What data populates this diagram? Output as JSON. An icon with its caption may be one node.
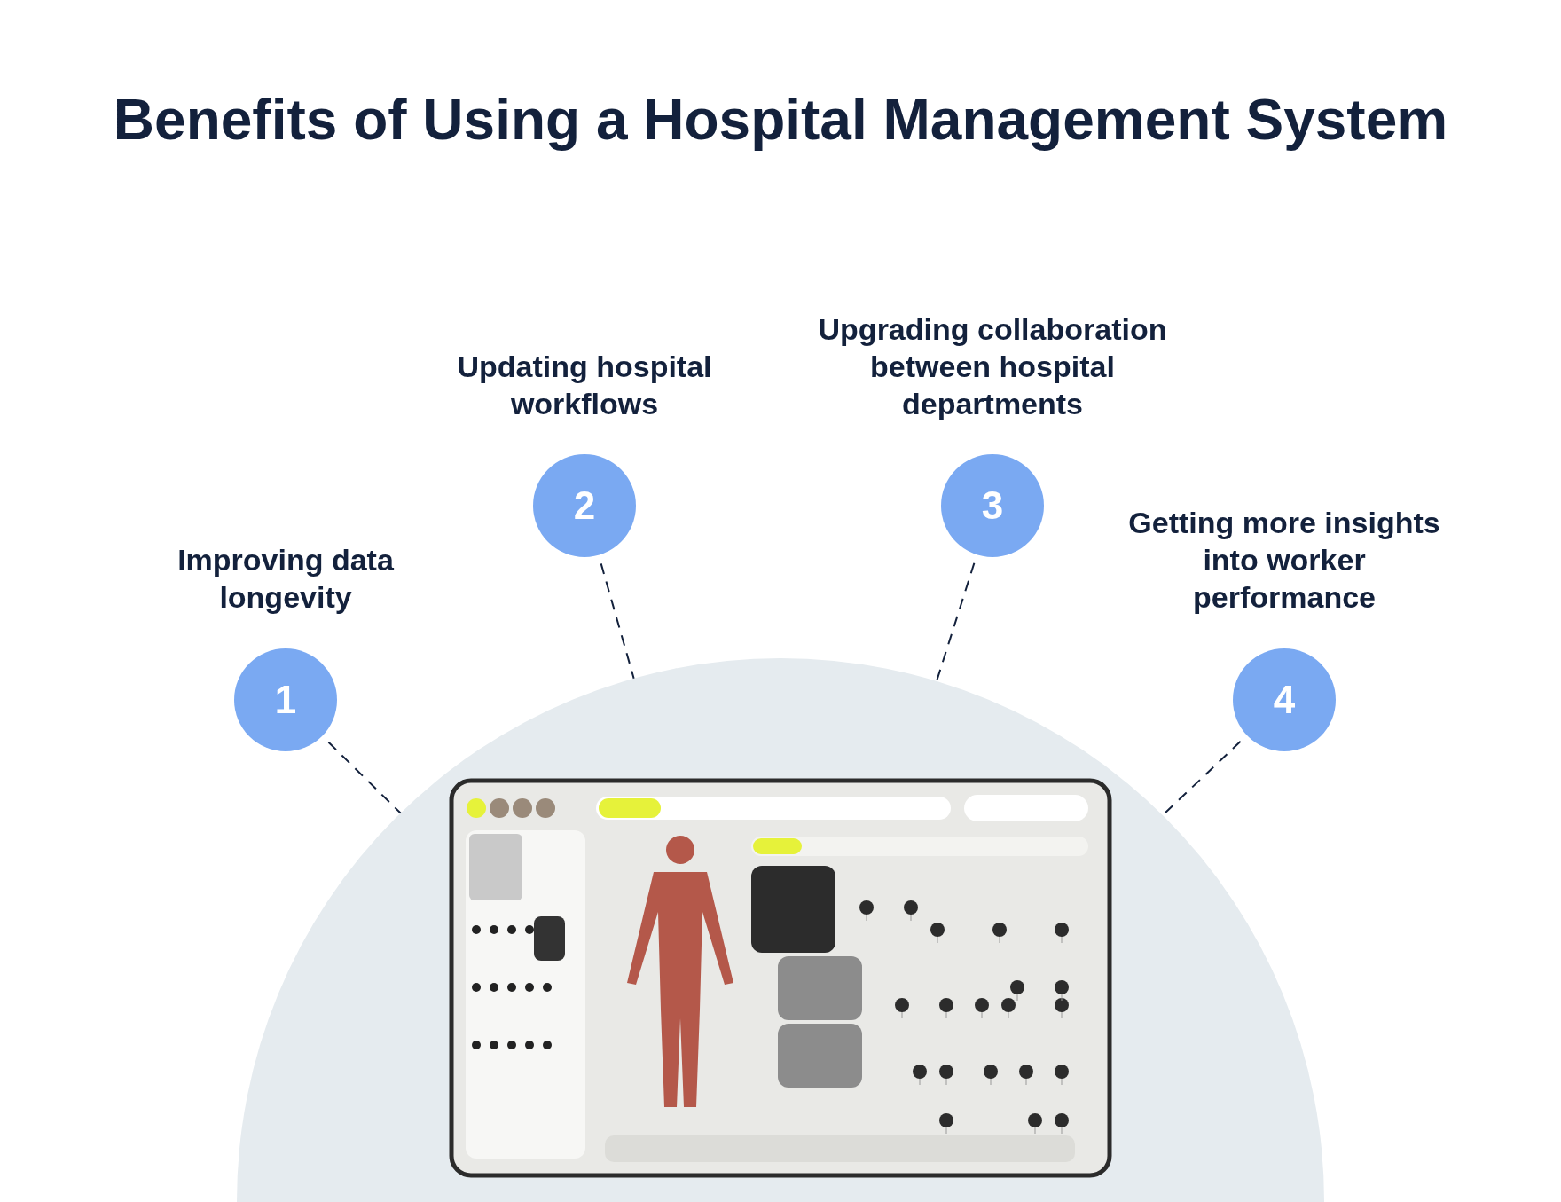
{
  "diagram": {
    "title": "Benefits of Using a Hospital Management System",
    "nodes": [
      {
        "text": [
          "Improving data longevity",
          "1"
        ]
      },
      {
        "text": [
          "Updating hospital workflows",
          "2"
        ]
      },
      {
        "text": [
          "Upgrading collaboration between hospital departments",
          "3"
        ]
      },
      {
        "text": [
          "Getting more insights into worker performance",
          "4"
        ]
      },
      {
        "text": [],
        "shape": "circle"
      },
      {
        "text": [],
        "shape": "picture",
        "in": 4
      }
    ],
    "edges": [
      {
        "from": 0,
        "to": 4,
        "arrow": "none",
        "style": "dashed"
      },
      {
        "from": 1,
        "to": 4,
        "arrow": "none",
        "style": "dashed"
      },
      {
        "from": 2,
        "to": 4,
        "arrow": "none",
        "style": "dashed"
      },
      {
        "from": 3,
        "to": 4,
        "arrow": "none",
        "style": "dashed"
      }
    ]
  }
}
